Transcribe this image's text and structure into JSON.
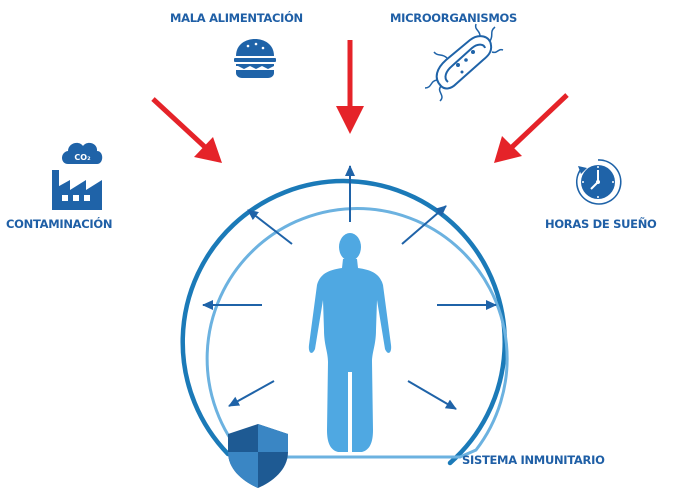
{
  "labels": {
    "mala_alimentacion": "MALA ALIMENTACIÓN",
    "microorganismos": "MICROORGANISMOS",
    "contaminacion": "CONTAMINACIÓN",
    "horas_de_sueno": "HORAS DE SUEÑO",
    "sistema_inmunitario": "SISTEMA INMUNITARIO",
    "co2_badge": "CO₂"
  },
  "icons": [
    "burger-icon",
    "bacteria-icon",
    "factory-icon",
    "co2-cloud-icon",
    "clock-icon",
    "shield-icon",
    "human-figure-icon"
  ],
  "colors": {
    "label_blue": "#1f5fa6",
    "threat_red": "#e52329",
    "dome_dark": "#1b7ab8",
    "dome_light": "#6cb2e0",
    "figure": "#4fa8e2",
    "outward_arrow": "#1f63a8",
    "shield_dark": "#1e5a93",
    "shield_light": "#3a86c4"
  }
}
